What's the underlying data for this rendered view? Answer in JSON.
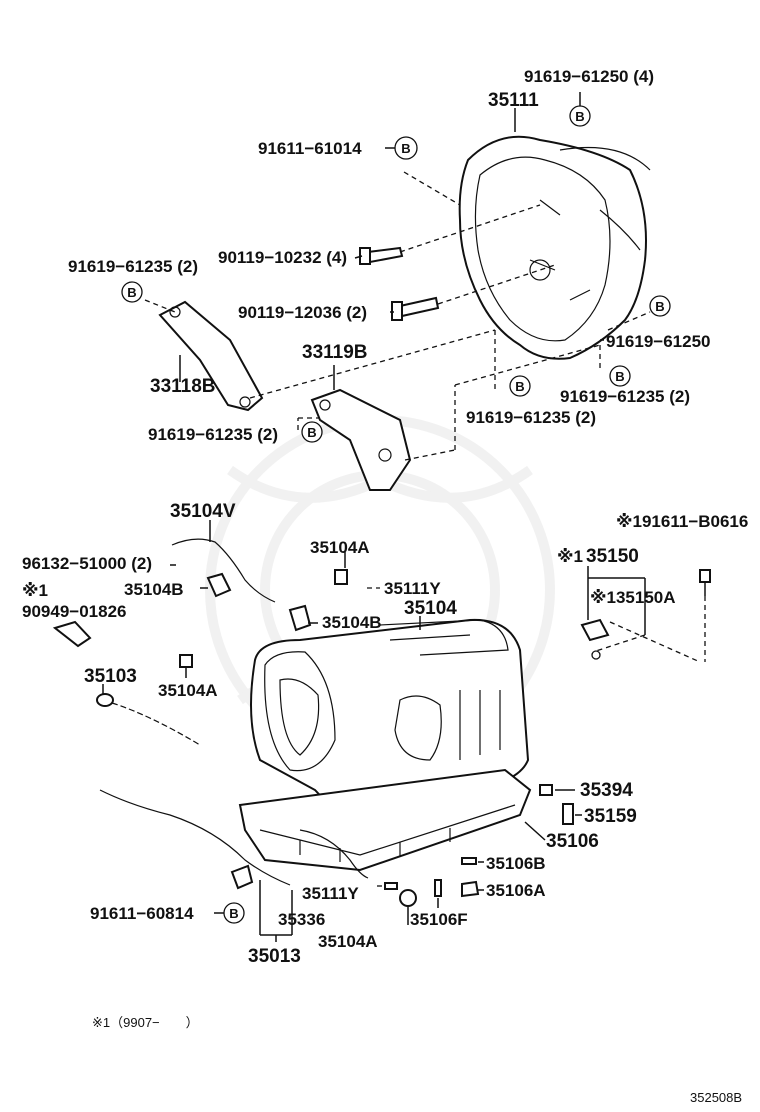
{
  "diagram": {
    "labels": {
      "l_91619_61250_4": "91619−61250 (4)",
      "l_35111": "35111",
      "l_91611_61014": "91611−61014",
      "l_91619_61235_2_top": "91619−61235 (2)",
      "l_90119_10232": "90119−10232 (4)",
      "l_90119_12036": "90119−12036 (2)",
      "l_91619_61250": "91619−61250",
      "l_33119b": "33119B",
      "l_33118b": "33118B",
      "l_91619_61235_2_r1": "91619−61235 (2)",
      "l_91619_61235_2_r2": "91619−61235 (2)",
      "l_91619_61235_2_l": "91619−61235 (2)",
      "l_35104v": "35104V",
      "l_91611_b0616": "※191611−B0616",
      "l_96132": "96132−51000 (2)",
      "l_35104a_1": "35104A",
      "l_35150": "35150",
      "l_note1_a": "※1",
      "l_35104b_1": "35104B",
      "l_35111y_1": "35111Y",
      "l_135150a": "※135150A",
      "l_note1_b": "※1",
      "l_90949": "90949−01826",
      "l_35104": "35104",
      "l_35104b_2": "35104B",
      "l_35103": "35103",
      "l_35104a_2": "35104A",
      "l_35394": "35394",
      "l_35159": "35159",
      "l_35106": "35106",
      "l_35106b": "35106B",
      "l_35111y_2": "35111Y",
      "l_35106a": "35106A",
      "l_91611_60814": "91611−60814",
      "l_35336": "35336",
      "l_35106f": "35106F",
      "l_35013": "35013",
      "l_35104a_3": "35104A"
    },
    "callout_letter": "B",
    "footnote": "※1（9907−　　）",
    "figure_id": "352508B"
  }
}
